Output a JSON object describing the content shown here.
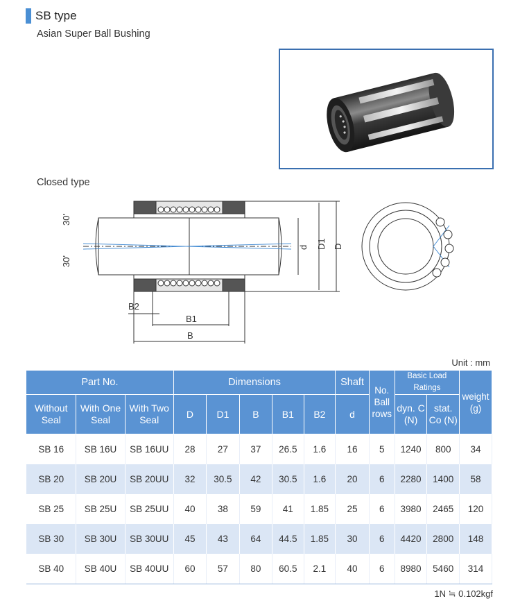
{
  "header": {
    "title": "SB type",
    "subtitle": "Asian Super Ball Bushing"
  },
  "section": {
    "label": "Closed type"
  },
  "drawing": {
    "angle_top": "30'",
    "angle_bottom": "30'",
    "dim_d": "d",
    "dim_D1": "D1",
    "dim_D": "D",
    "dim_B2": "B2",
    "dim_B1": "B1",
    "dim_B": "B"
  },
  "unit": "Unit : mm",
  "table": {
    "group_part": "Part No.",
    "group_dim": "Dimensions",
    "group_shaft": "Shaft",
    "group_rows": "No. Ball rows",
    "group_load": "Basic Load Ratings",
    "col_without": "Without Seal",
    "col_one": "With One Seal",
    "col_two": "With Two Seal",
    "col_D": "D",
    "col_D1": "D1",
    "col_B": "B",
    "col_B1": "B1",
    "col_B2": "B2",
    "col_d": "d",
    "col_dyn": "dyn. C (N)",
    "col_stat": "stat. Co (N)",
    "col_weight": "weight (g)",
    "rows": [
      {
        "without": "SB 16",
        "one": "SB 16U",
        "two": "SB 16UU",
        "D": "28",
        "D1": "27",
        "B": "37",
        "B1": "26.5",
        "B2": "1.6",
        "d": "16",
        "rows": "5",
        "dyn": "1240",
        "stat": "800",
        "weight": "34"
      },
      {
        "without": "SB 20",
        "one": "SB 20U",
        "two": "SB 20UU",
        "D": "32",
        "D1": "30.5",
        "B": "42",
        "B1": "30.5",
        "B2": "1.6",
        "d": "20",
        "rows": "6",
        "dyn": "2280",
        "stat": "1400",
        "weight": "58"
      },
      {
        "without": "SB 25",
        "one": "SB 25U",
        "two": "SB 25UU",
        "D": "40",
        "D1": "38",
        "B": "59",
        "B1": "41",
        "B2": "1.85",
        "d": "25",
        "rows": "6",
        "dyn": "3980",
        "stat": "2465",
        "weight": "120"
      },
      {
        "without": "SB 30",
        "one": "SB 30U",
        "two": "SB 30UU",
        "D": "45",
        "D1": "43",
        "B": "64",
        "B1": "44.5",
        "B2": "1.85",
        "d": "30",
        "rows": "6",
        "dyn": "4420",
        "stat": "2800",
        "weight": "148"
      },
      {
        "without": "SB 40",
        "one": "SB 40U",
        "two": "SB 40UU",
        "D": "60",
        "D1": "57",
        "B": "80",
        "B1": "60.5",
        "B2": "2.1",
        "d": "40",
        "rows": "6",
        "dyn": "8980",
        "stat": "5460",
        "weight": "314"
      }
    ]
  },
  "note": "1N ≒ 0.102kgf",
  "colors": {
    "accent": "#4a8fd4",
    "header_bg": "#5a93d3",
    "row_alt": "#dbe6f5",
    "frame": "#3a6fb0"
  }
}
